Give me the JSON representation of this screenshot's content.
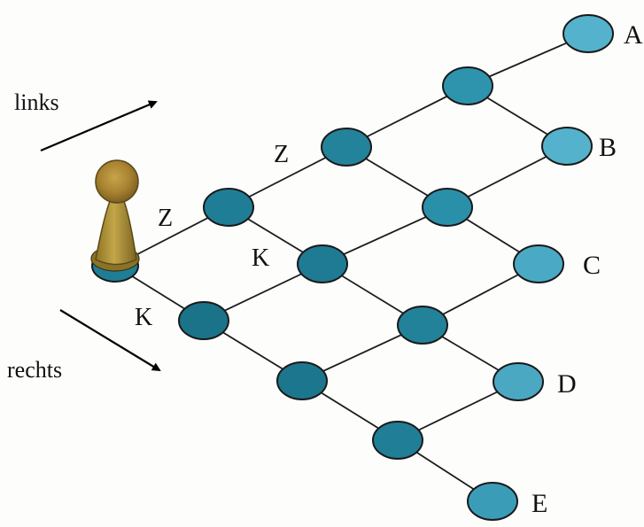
{
  "diagram": {
    "direction_labels": {
      "up": "links",
      "down": "rechts"
    },
    "edge_labels": {
      "upper_outer": "Z",
      "upper_inner": "Z",
      "lower_inner": "K",
      "lower_outer": "K"
    },
    "end_labels": [
      "A",
      "B",
      "C",
      "D",
      "E"
    ],
    "colors": {
      "node_dark": "#1f7e96",
      "node_light": "#54b2cc",
      "pawn": "#b49a3a",
      "edges": "#1c1c1c"
    },
    "pawn_icon": "pawn-icon",
    "paths": [
      "links",
      "rechts"
    ]
  }
}
